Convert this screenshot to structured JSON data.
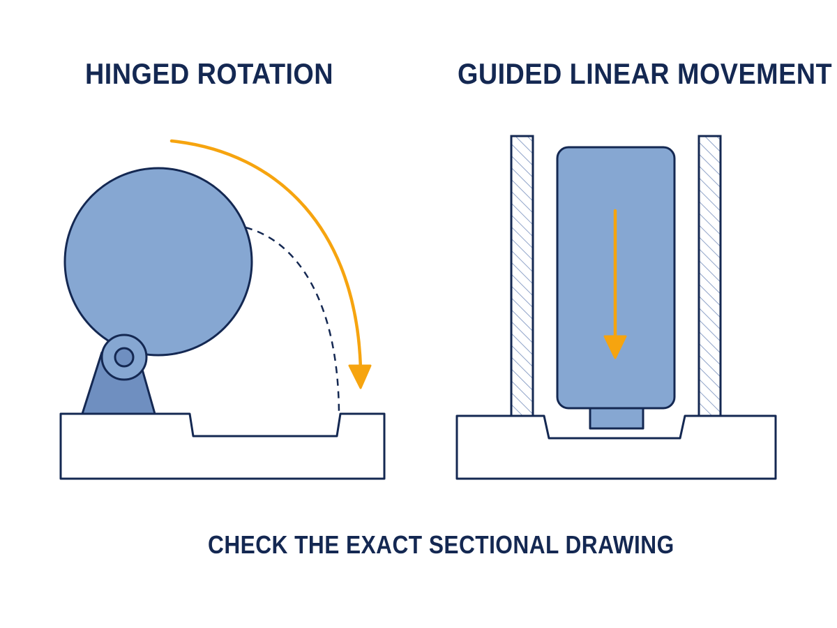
{
  "headings": {
    "left": "HINGED ROTATION",
    "right": "GUIDED LINEAR MOVEMENT"
  },
  "caption": "CHECK THE EXACT SECTIONAL DRAWING",
  "colors": {
    "outline": "#142852",
    "fill_blue": "#86a7d2",
    "fill_blue_dark": "#6f8fc0",
    "arrow": "#f6a40f",
    "background": "#ffffff",
    "hatch": "#8fa3c8"
  }
}
